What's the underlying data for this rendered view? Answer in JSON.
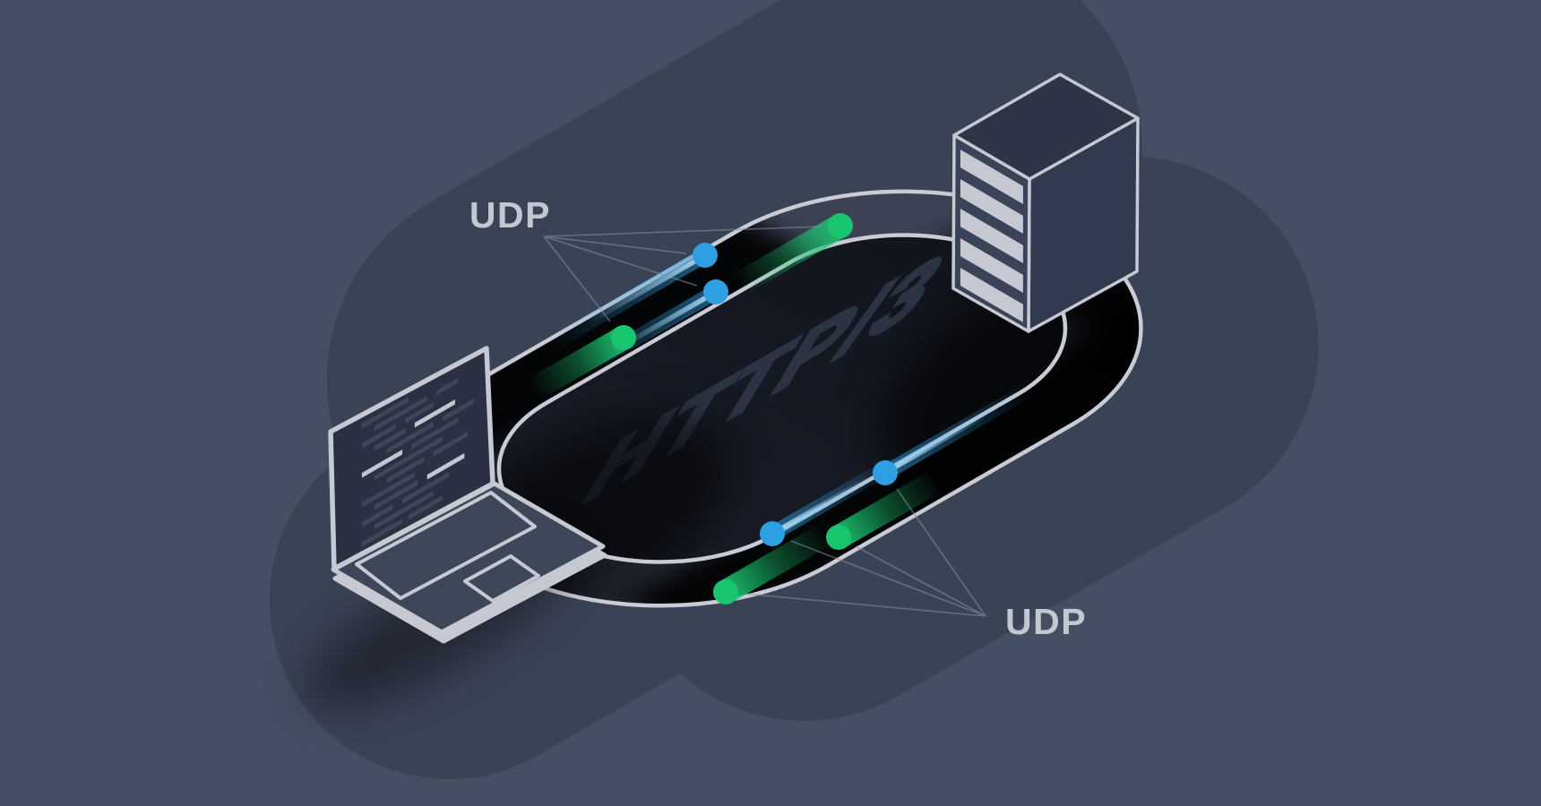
{
  "illustration": {
    "type": "isometric-network-diagram",
    "track_title": "HTTP/3",
    "labels": {
      "udp_top": "UDP",
      "udp_bottom": "UDP"
    },
    "icons": {
      "client": "laptop-icon",
      "server": "server-rack-icon",
      "packet": "packet-dot"
    },
    "lanes": {
      "request_lane_packets": [
        {
          "id": "packet-a",
          "color": "green"
        },
        {
          "id": "packet-b",
          "color": "blue"
        },
        {
          "id": "packet-c",
          "color": "blue"
        },
        {
          "id": "packet-d",
          "color": "green"
        }
      ],
      "response_lane_packets": [
        {
          "id": "packet-e",
          "color": "blue"
        },
        {
          "id": "packet-f",
          "color": "green"
        },
        {
          "id": "packet-g",
          "color": "blue"
        },
        {
          "id": "packet-h",
          "color": "green"
        }
      ]
    },
    "colors": {
      "background": "#454F63",
      "blob": "#3A4255",
      "track_band": "#3C4254",
      "track_band_shadow": "#000000",
      "track_inner_left": "#1A1E29",
      "track_inner_right": "#11141C",
      "track_stroke": "#C9CCD4",
      "title_text": "#2C3444",
      "label_text": "#C3C7D0",
      "pointer_line": "#8A91A1",
      "packet_blue": "#2F9FE3",
      "packet_blue_light": "#A6D3EF",
      "packet_green": "#1AC56F",
      "device_outline": "#C6C9D2",
      "laptop_screen": "#2B3143",
      "laptop_deck": "#3E4759",
      "code_line": "#3E4659",
      "code_line_light": "#C2C6CF",
      "server_top": "#2E3547",
      "server_left": "#3A4357",
      "server_right": "#313A4F",
      "server_stripe": "#C6C9D2"
    }
  }
}
